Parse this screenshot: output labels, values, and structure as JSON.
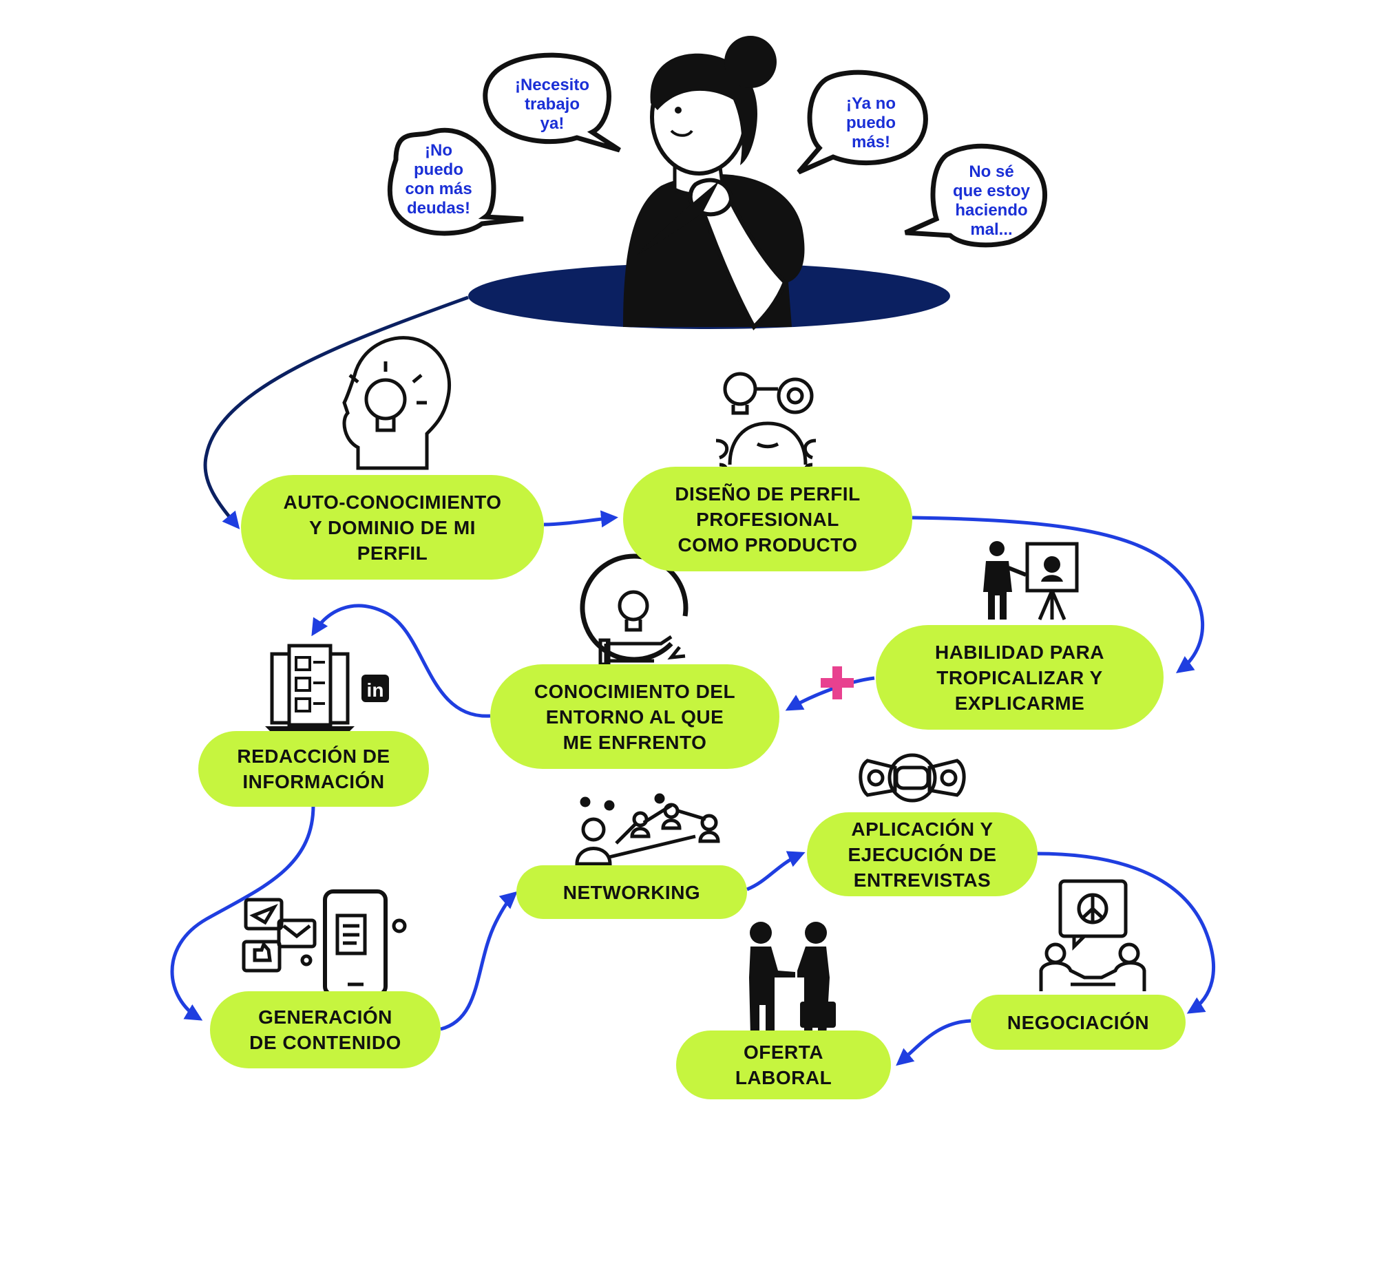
{
  "colors": {
    "pill": "#c6f53f",
    "arrow": "#1f3ee0",
    "hole": "#0b2061",
    "bubble_text": "#1a2fd6",
    "plus": "#e8418f",
    "ink": "#111111"
  },
  "bubbles": [
    {
      "id": "no-puedo-deudas",
      "text": "¡No\npuedo\ncon más\ndeudas!"
    },
    {
      "id": "necesito-trabajo",
      "text": "¡Necesito\ntrabajo\nya!"
    },
    {
      "id": "ya-no-puedo",
      "text": "¡Ya no\npuedo\nmás!"
    },
    {
      "id": "no-se",
      "text": "No sé\nque estoy\nhaciendo\nmal..."
    }
  ],
  "steps": [
    {
      "id": "auto-conocimiento",
      "label": "AUTO-CONOCIMIENTO\nY DOMINIO DE MI\nPERFIL",
      "icon": "head-lightbulb-icon"
    },
    {
      "id": "diseno-perfil",
      "label": "DISEÑO DE PERFIL\nPROFESIONAL\nCOMO PRODUCTO",
      "icon": "head-idea-gear-icon"
    },
    {
      "id": "habilidad-tropicalizar",
      "label": "HABILIDAD PARA\nTROPICALIZAR Y\nEXPLICARME",
      "icon": "presenter-board-icon"
    },
    {
      "id": "conocimiento-entorno",
      "label": "CONOCIMIENTO DEL\nENTORNO AL QUE\nME ENFRENTO",
      "icon": "hand-lightbulb-icon"
    },
    {
      "id": "redaccion-informacion",
      "label": "REDACCIÓN DE\nINFORMACIÓN",
      "icon": "resume-linkedin-icon"
    },
    {
      "id": "generacion-contenido",
      "label": "GENERACIÓN\nDE CONTENIDO",
      "icon": "smartphone-social-icon"
    },
    {
      "id": "networking",
      "label": "NETWORKING",
      "icon": "people-network-icon"
    },
    {
      "id": "entrevistas",
      "label": "APLICACIÓN Y\nEJECUCIÓN DE\nENTREVISTAS",
      "icon": "handshake-icon"
    },
    {
      "id": "negociacion",
      "label": "NEGOCIACIÓN",
      "icon": "meeting-peace-icon"
    },
    {
      "id": "oferta-laboral",
      "label": "OFERTA\nLABORAL",
      "icon": "business-handshake-icon"
    }
  ],
  "icons": {
    "linkedin": "in",
    "plus": "+"
  }
}
